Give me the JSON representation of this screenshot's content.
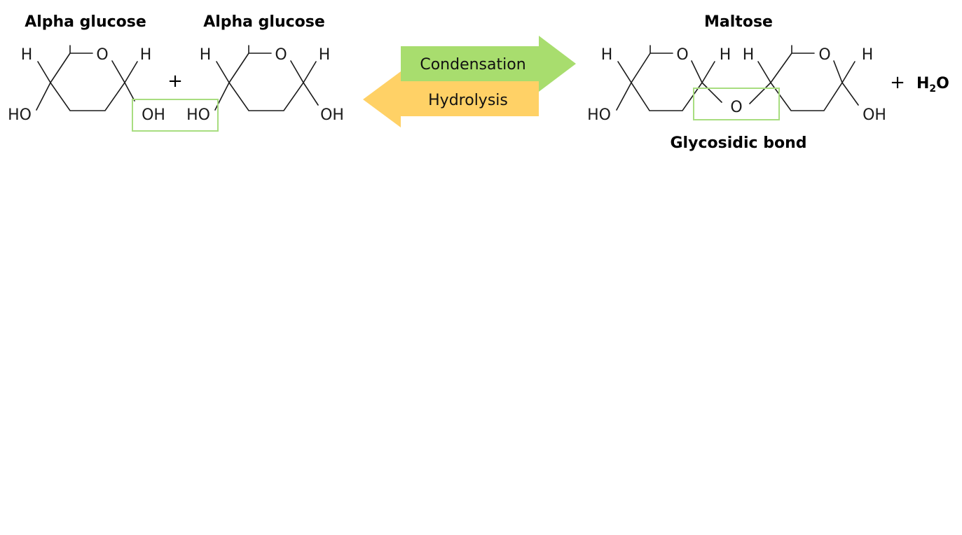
{
  "reactant1": {
    "title": "Alpha glucose",
    "ring_o": "O",
    "h_left": "H",
    "h_right": "H",
    "ho_left": "HO",
    "oh_right": "OH"
  },
  "plus_sign": "+",
  "reactant2": {
    "title": "Alpha glucose",
    "ring_o": "O",
    "h_left": "H",
    "h_right": "H",
    "ho_left": "HO",
    "oh_right": "OH"
  },
  "arrows": {
    "forward_label": "Condensation",
    "reverse_label": "Hydrolysis",
    "forward_color": "#a8dd6e",
    "reverse_color": "#ffd166"
  },
  "product": {
    "title": "Maltose",
    "ring1_o": "O",
    "ring2_o": "O",
    "h1_left": "H",
    "h1_right": "H",
    "h2_left": "H",
    "h2_right": "H",
    "ho_left": "HO",
    "oh_right": "OH",
    "bridge_o": "O",
    "bond_label": "Glycosidic bond"
  },
  "water": {
    "plus": "+",
    "h": "H",
    "sub": "2",
    "o": "O"
  },
  "highlight_color": "#a8dd80"
}
